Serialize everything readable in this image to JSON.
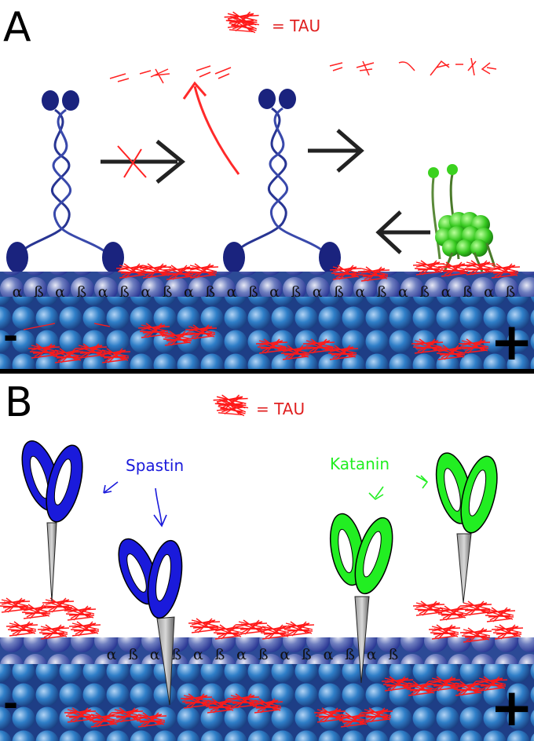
{
  "panel_a": {
    "letter": "A",
    "legend": "= TAU",
    "subunits": [
      "α",
      "ß",
      "α",
      "ß",
      "α",
      "ß",
      "α",
      "ß",
      "α",
      "ß",
      "α",
      "ß",
      "α",
      "ß",
      "α",
      "ß",
      "α",
      "ß",
      "α",
      "ß",
      "α",
      "ß",
      "α",
      "ß"
    ],
    "minus": "-",
    "plus": "+"
  },
  "panel_b": {
    "letter": "B",
    "legend": "= TAU",
    "subunits": [
      "α",
      "ß",
      "α",
      "ß",
      "α",
      "ß",
      "α",
      "ß",
      "α",
      "ß",
      "α",
      "ß",
      "α",
      "ß"
    ],
    "spastin_label": "Spastin",
    "katanin_label": "Katanin",
    "minus": "-",
    "plus": "+"
  },
  "colors": {
    "tau": "#ff1a1a",
    "kinesin": "#1a237e",
    "dynein": "#2ecc2e",
    "spastin": "#1a1adb",
    "katanin": "#22ee22",
    "tubulin": "#3a5fb0",
    "arrow": "#222222"
  },
  "icons": [
    "tau-scribble-icon",
    "kinesin-motor",
    "dynein-motor",
    "scissors-icon",
    "arrow-icon"
  ]
}
